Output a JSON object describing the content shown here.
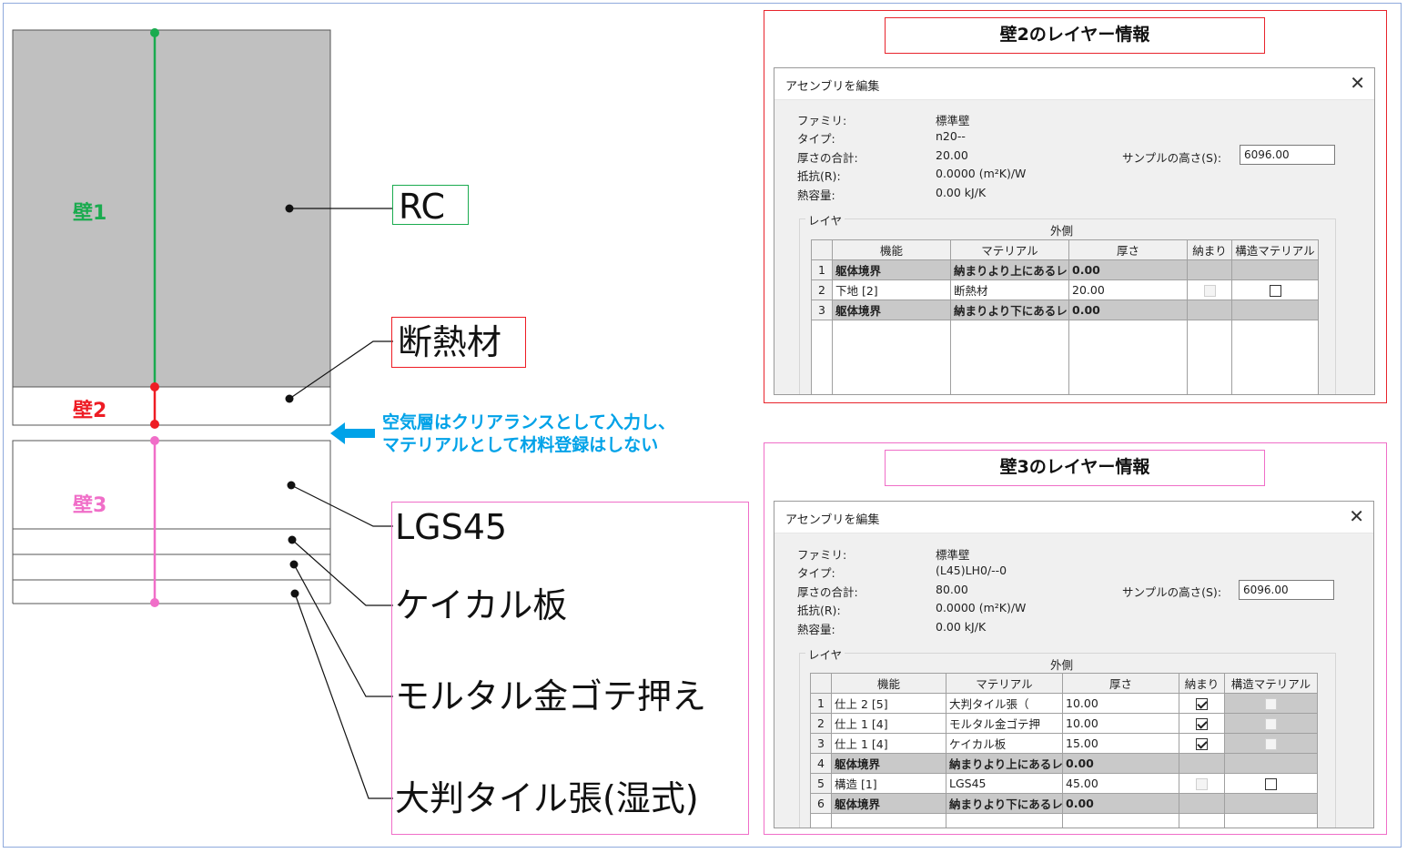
{
  "diagram": {
    "wall1_label": "壁1",
    "wall2_label": "壁2",
    "wall3_label": "壁3",
    "callouts": {
      "rc": "RC",
      "insulation": "断熱材",
      "lgs45": "LGS45",
      "calcium_board": "ケイカル板",
      "mortar": "モルタル金ゴテ押え",
      "tile": "大判タイル張(湿式)"
    },
    "air_note_line1": "空気層はクリアランスとして入力し、",
    "air_note_line2": "マテリアルとして材料登録はしない",
    "colors": {
      "wall1": "#1aab4f",
      "wall2": "#ee1c24",
      "wall3": "#f06ec8",
      "note": "#00a2e8",
      "concrete_fill": "#c0c0c0"
    }
  },
  "panel2": {
    "title": "壁2のレイヤー情報",
    "border_color": "#e8242c",
    "dialog": {
      "title": "アセンブリを編集",
      "family_label": "ファミリ:",
      "family_value": "標準壁",
      "type_label": "タイプ:",
      "type_value": "n20--",
      "total_label": "厚さの合計:",
      "total_value": "20.00",
      "resistance_label": "抵抗(R):",
      "resistance_value": "0.0000 (m²K)/W",
      "capacity_label": "熱容量:",
      "capacity_value": "0.00 kJ/K",
      "sample_label": "サンプルの高さ(S):",
      "sample_value": "6096.00",
      "layers_label": "レイヤ",
      "exterior_label": "外側",
      "columns": [
        "機能",
        "マテリアル",
        "厚さ",
        "納まり",
        "構造マテリアル"
      ],
      "rows": [
        {
          "num": "1",
          "function": "躯体境界",
          "material": "納まりより上にあるレ",
          "thickness": "0.00"
        },
        {
          "num": "2",
          "function": "下地 [2]",
          "material": "断熱材",
          "thickness": "20.00"
        },
        {
          "num": "3",
          "function": "躯体境界",
          "material": "納まりより下にあるレ",
          "thickness": "0.00"
        }
      ]
    }
  },
  "panel3": {
    "title": "壁3のレイヤー情報",
    "border_color": "#f06ec8",
    "dialog": {
      "title": "アセンブリを編集",
      "family_label": "ファミリ:",
      "family_value": "標準壁",
      "type_label": "タイプ:",
      "type_value": "(L45)LH0/--0",
      "total_label": "厚さの合計:",
      "total_value": "80.00",
      "resistance_label": "抵抗(R):",
      "resistance_value": "0.0000 (m²K)/W",
      "capacity_label": "熱容量:",
      "capacity_value": "0.00 kJ/K",
      "sample_label": "サンプルの高さ(S):",
      "sample_value": "6096.00",
      "layers_label": "レイヤ",
      "exterior_label": "外側",
      "columns": [
        "機能",
        "マテリアル",
        "厚さ",
        "納まり",
        "構造マテリアル"
      ],
      "rows": [
        {
          "num": "1",
          "function": "仕上 2 [5]",
          "material": "大判タイル張（",
          "thickness": "10.00"
        },
        {
          "num": "2",
          "function": "仕上 1 [4]",
          "material": "モルタル金ゴテ押",
          "thickness": "10.00"
        },
        {
          "num": "3",
          "function": "仕上 1 [4]",
          "material": "ケイカル板",
          "thickness": "15.00"
        },
        {
          "num": "4",
          "function": "躯体境界",
          "material": "納まりより上にあるレ",
          "thickness": "0.00"
        },
        {
          "num": "5",
          "function": "構造 [1]",
          "material": "LGS45",
          "thickness": "45.00"
        },
        {
          "num": "6",
          "function": "躯体境界",
          "material": "納まりより下にあるレ",
          "thickness": "0.00"
        }
      ]
    }
  }
}
